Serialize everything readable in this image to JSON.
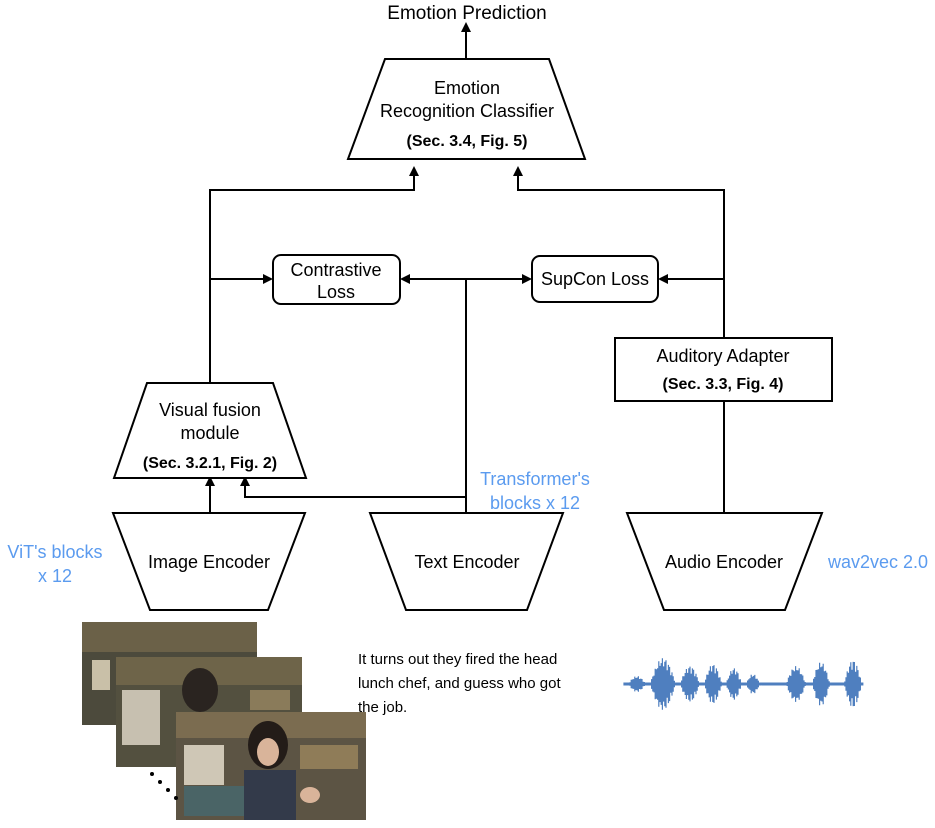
{
  "output": {
    "label": "Emotion Prediction"
  },
  "classifier": {
    "title_line1": "Emotion",
    "title_line2": "Recognition Classifier",
    "ref": "(Sec. 3.4, Fig. 5)"
  },
  "contrastive_loss": {
    "line1": "Contrastive",
    "line2": "Loss"
  },
  "supcon_loss": {
    "label": "SupCon Loss"
  },
  "auditory_adapter": {
    "title": "Auditory Adapter",
    "ref": "(Sec. 3.3, Fig. 4)"
  },
  "visual_fusion": {
    "line1": "Visual fusion",
    "line2": "module",
    "ref": "(Sec. 3.2.1, Fig. 2)"
  },
  "encoders": {
    "image": {
      "label": "Image Encoder",
      "note_line1": "ViT's blocks",
      "note_line2": "x 12"
    },
    "text": {
      "label": "Text Encoder",
      "note_line1": "Transformer's",
      "note_line2": "blocks x 12"
    },
    "audio": {
      "label": "Audio Encoder",
      "note": "wav2vec 2.0"
    }
  },
  "transcript": {
    "line1": "It turns out they fired the head",
    "line2": "lunch chef, and guess who got",
    "line3": "the job."
  },
  "colors": {
    "annotation": "#5b9bef",
    "waveform": "#4f7fbf",
    "lines": "#000000"
  }
}
